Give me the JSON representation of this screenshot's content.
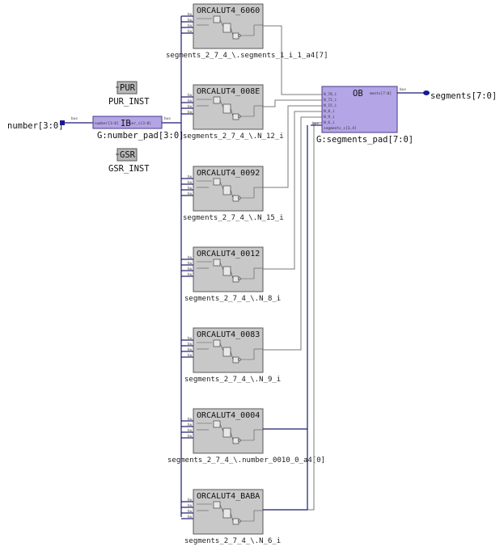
{
  "inputs": {
    "number_port": "number[3:0]",
    "number_pad_ib": "IB",
    "number_pad_inner_left": "number[3:0]",
    "number_pad_inner_right": "ber_c[3:0]",
    "number_pad_name": "G:number_pad[3:0]"
  },
  "globals": {
    "pur_box": "PUR",
    "pur_name": "PUR_INST",
    "gsr_box": "GSR",
    "gsr_name": "GSR_INST"
  },
  "output": {
    "ob_label": "OB",
    "ob_inner_right": "ments[7:0]",
    "ob_pins": [
      "N_70_i",
      "N_72_i",
      "N_15_i",
      "N_8_i",
      "N_9_i",
      "N_6_i",
      "segments_c[3,4]"
    ],
    "pad_name": "G:segments_pad[7:0]",
    "segments_port": "segments[7:0]"
  },
  "luts": [
    {
      "title": "ORCALUT4_6060",
      "instance": "segments_2_7_4_\\.segments_1_i_1_a4[7]"
    },
    {
      "title": "ORCALUT4_008E",
      "instance": "segments_2_7_4_\\.N_12_i"
    },
    {
      "title": "ORCALUT4_0092",
      "instance": "segments_2_7_4_\\.N_15_i"
    },
    {
      "title": "ORCALUT4_0012",
      "instance": "segments_2_7_4_\\.N_8_i"
    },
    {
      "title": "ORCALUT4_0083",
      "instance": "segments_2_7_4_\\.N_9_i"
    },
    {
      "title": "ORCALUT4_0004",
      "instance": "segments_2_7_4_\\.number_0010_0_a4[0]"
    },
    {
      "title": "ORCALUT4_BABA",
      "instance": "segments_2_7_4_\\.N_6_i"
    }
  ]
}
